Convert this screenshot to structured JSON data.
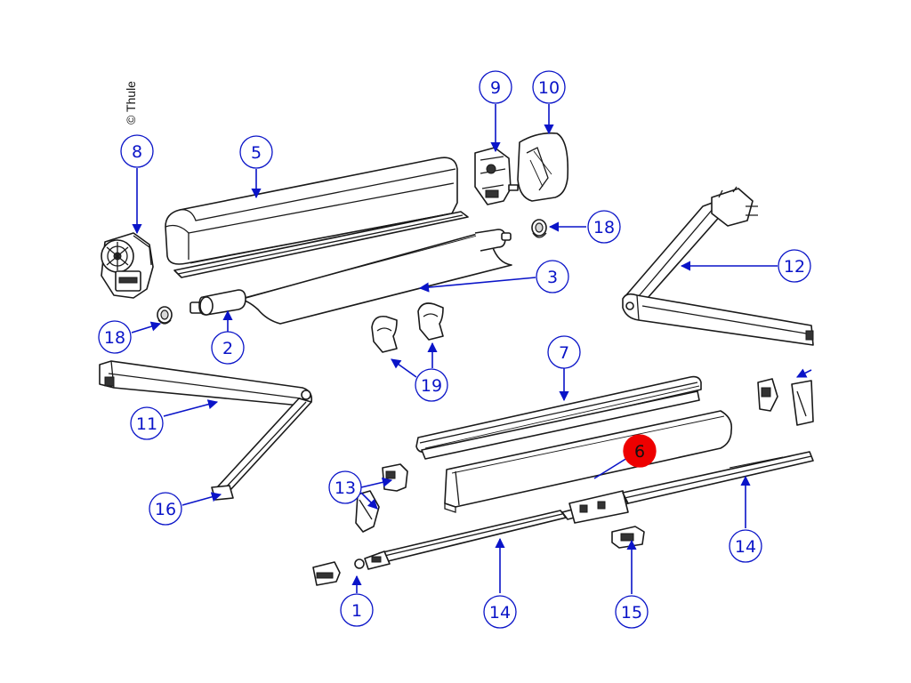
{
  "copyright": "© Thule",
  "colors": {
    "callout": "#0a14c8",
    "highlight": "#ee0000",
    "line_art": "#1a1a1a"
  },
  "callouts": [
    {
      "id": "c1",
      "label": "1"
    },
    {
      "id": "c2",
      "label": "2"
    },
    {
      "id": "c3",
      "label": "3"
    },
    {
      "id": "c5",
      "label": "5"
    },
    {
      "id": "c6",
      "label": "6",
      "highlighted": true
    },
    {
      "id": "c7",
      "label": "7"
    },
    {
      "id": "c8",
      "label": "8"
    },
    {
      "id": "c9",
      "label": "9"
    },
    {
      "id": "c10",
      "label": "10"
    },
    {
      "id": "c11",
      "label": "11"
    },
    {
      "id": "c12",
      "label": "12"
    },
    {
      "id": "c13",
      "label": "13"
    },
    {
      "id": "c14a",
      "label": "14"
    },
    {
      "id": "c14b",
      "label": "14"
    },
    {
      "id": "c15",
      "label": "15"
    },
    {
      "id": "c16",
      "label": "16"
    },
    {
      "id": "c18a",
      "label": "18"
    },
    {
      "id": "c18b",
      "label": "18"
    },
    {
      "id": "c19",
      "label": "19"
    }
  ]
}
